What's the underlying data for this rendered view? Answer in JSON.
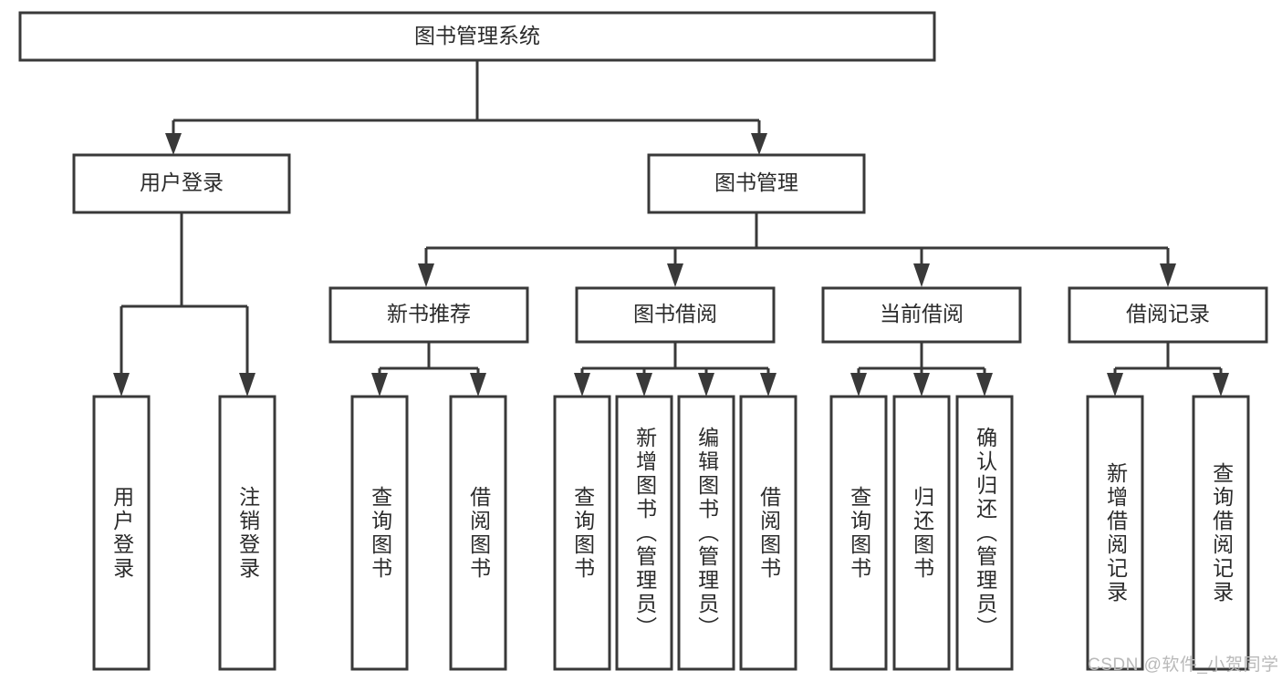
{
  "diagram": {
    "title": "图书管理系统",
    "type": "tree",
    "root": {
      "id": "root",
      "label": "图书管理系统",
      "orientation": "horizontal"
    },
    "level2": [
      {
        "id": "user-login",
        "label": "用户登录",
        "orientation": "horizontal"
      },
      {
        "id": "book-manage",
        "label": "图书管理",
        "orientation": "horizontal"
      }
    ],
    "level3": [
      {
        "id": "new-book-rec",
        "label": "新书推荐",
        "orientation": "horizontal",
        "parent": "book-manage"
      },
      {
        "id": "book-borrow",
        "label": "图书借阅",
        "orientation": "horizontal",
        "parent": "book-manage"
      },
      {
        "id": "current-borrow",
        "label": "当前借阅",
        "orientation": "horizontal",
        "parent": "book-manage"
      },
      {
        "id": "borrow-record",
        "label": "借阅记录",
        "orientation": "horizontal",
        "parent": "book-manage"
      }
    ],
    "leaves": [
      {
        "id": "leaf-user-login",
        "label": "用户登录",
        "parent": "user-login"
      },
      {
        "id": "leaf-logout-login",
        "label": "注销登录",
        "parent": "user-login"
      },
      {
        "id": "leaf-query-book-rec",
        "label": "查询图书",
        "parent": "new-book-rec"
      },
      {
        "id": "leaf-borrow-book-rec",
        "label": "借阅图书",
        "parent": "new-book-rec"
      },
      {
        "id": "leaf-query-book-borrow",
        "label": "查询图书",
        "parent": "book-borrow"
      },
      {
        "id": "leaf-add-book",
        "label": "新增图书（管理员）",
        "parent": "book-borrow"
      },
      {
        "id": "leaf-edit-book",
        "label": "编辑图书（管理员）",
        "parent": "book-borrow"
      },
      {
        "id": "leaf-borrow-book",
        "label": "借阅图书",
        "parent": "book-borrow"
      },
      {
        "id": "leaf-query-book-cur",
        "label": "查询图书",
        "parent": "current-borrow"
      },
      {
        "id": "leaf-return-book",
        "label": "归还图书",
        "parent": "current-borrow"
      },
      {
        "id": "leaf-confirm-return",
        "label": "确认归还（管理员）",
        "parent": "current-borrow"
      },
      {
        "id": "leaf-add-record",
        "label": "新增借阅记录",
        "parent": "borrow-record"
      },
      {
        "id": "leaf-query-record",
        "label": "查询借阅记录",
        "parent": "borrow-record"
      }
    ],
    "colors": {
      "stroke": "#393939",
      "fill": "#ffffff",
      "text": "#2b2b2b",
      "watermark": "#b9b9b9"
    }
  },
  "watermark": {
    "text": "CSDN @软件_小贺同学"
  }
}
